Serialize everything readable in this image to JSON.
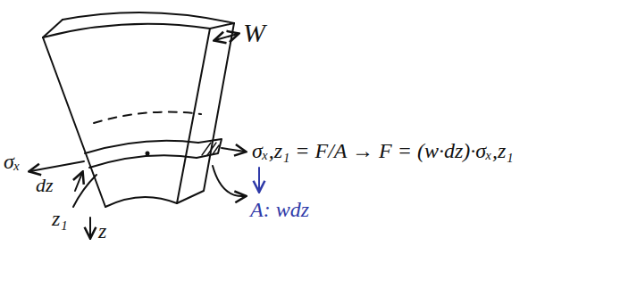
{
  "diagram": {
    "labels": [
      "W",
      "σₓ",
      "dz",
      "z₁",
      "z",
      "σₓ,z₁ = F/A → F = (w·dz)·σₓ,z₁",
      "A: wdz"
    ]
  }
}
